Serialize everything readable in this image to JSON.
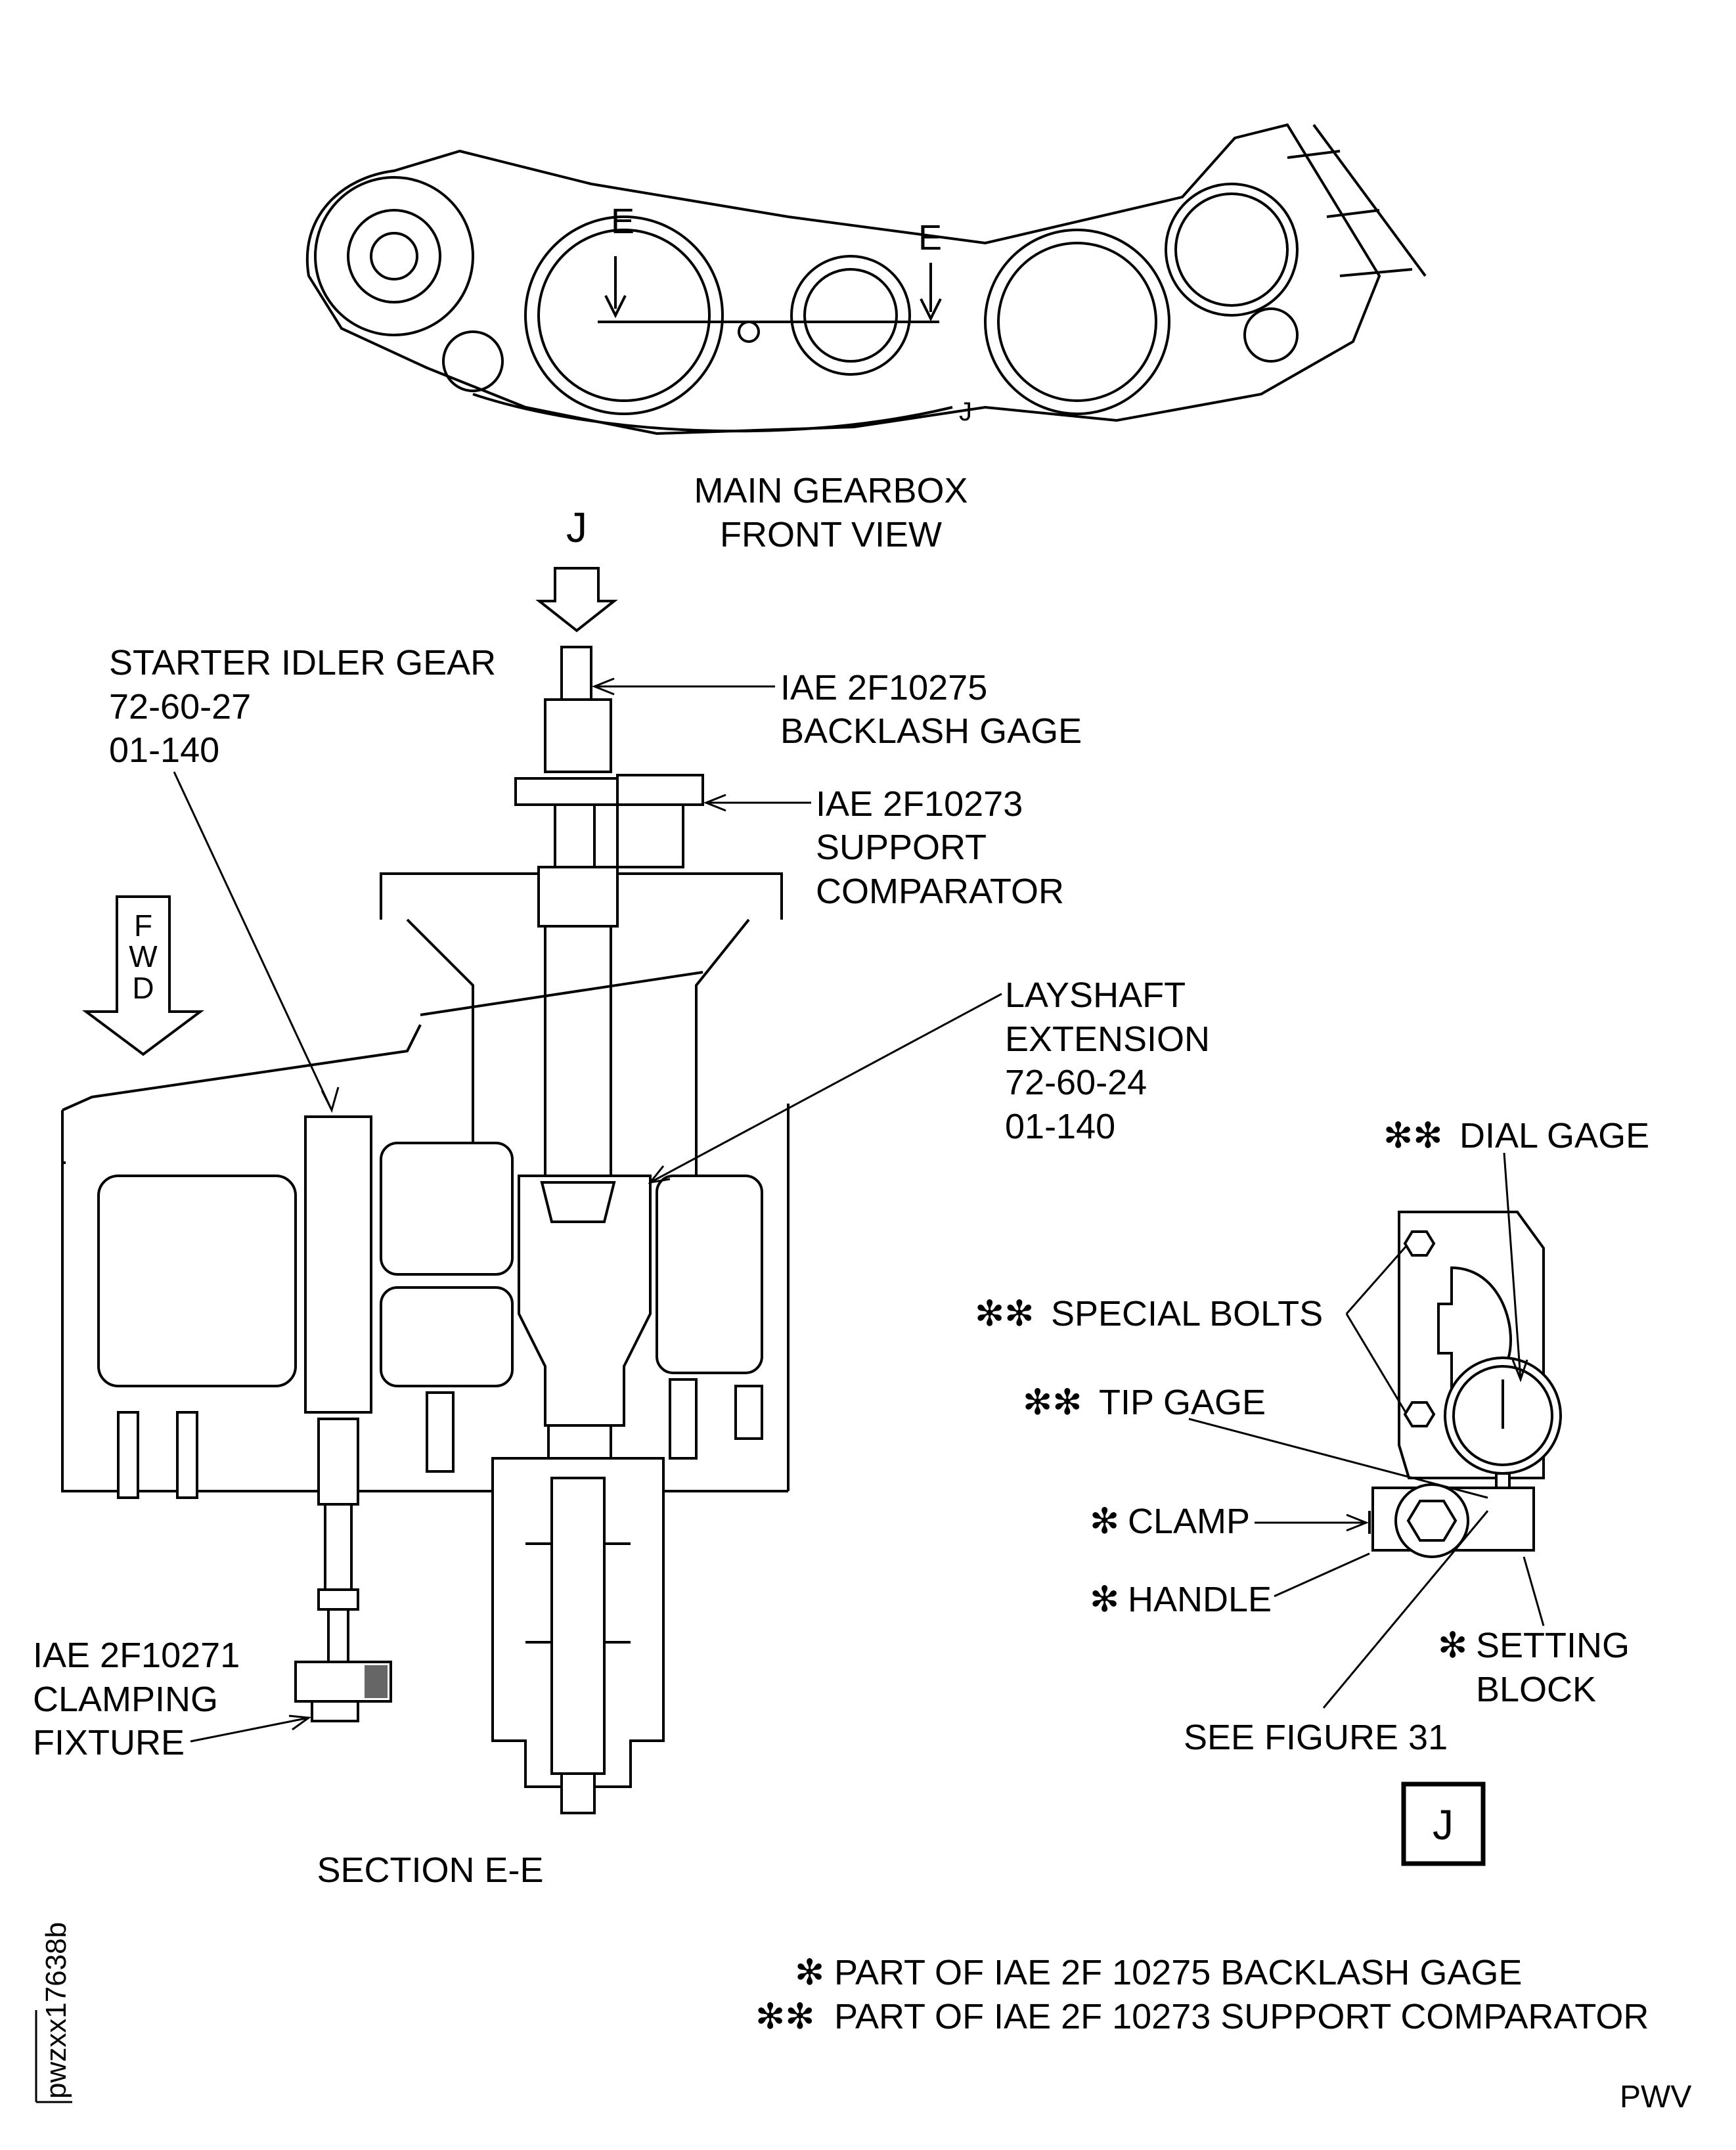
{
  "front_view": {
    "title_line1": "MAIN GEARBOX",
    "title_line2": "FRONT VIEW",
    "section_marker_left": "E",
    "section_marker_right": "E",
    "view_marker": "J"
  },
  "section": {
    "title": "SECTION E-E",
    "view_arrow_label": "J",
    "fwd_label": [
      "F",
      "W",
      "D"
    ],
    "callouts": {
      "starter_idler": [
        "STARTER IDLER GEAR",
        "72-60-27",
        "01-140"
      ],
      "backlash_gage": [
        "IAE 2F10275",
        "BACKLASH GAGE"
      ],
      "support_comparator": [
        "IAE 2F10273",
        "SUPPORT",
        "COMPARATOR"
      ],
      "layshaft": [
        "LAYSHAFT",
        "EXTENSION",
        "72-60-24",
        "01-140"
      ],
      "clamping_fixture": [
        "IAE 2F10271",
        "CLAMPING",
        "FIXTURE"
      ]
    }
  },
  "view_j": {
    "box_label": "J",
    "dial_gage": "DIAL GAGE",
    "special_bolts": "SPECIAL BOLTS",
    "tip_gage": "TIP GAGE",
    "clamp": "CLAMP",
    "handle": "HANDLE",
    "setting_block": [
      "SETTING",
      "BLOCK"
    ],
    "see_figure": "SEE FIGURE 31"
  },
  "notes": {
    "single_star": "PART OF IAE 2F 10275 BACKLASH GAGE",
    "double_star": "PART OF IAE 2F 10273 SUPPORT COMPARATOR",
    "star": "✻",
    "double": "✻✻"
  },
  "figure_id": "pwzxx17638b",
  "footer_code": "PWV"
}
